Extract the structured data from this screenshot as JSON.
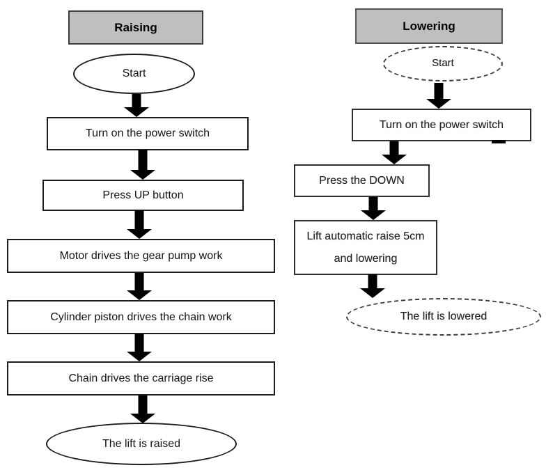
{
  "raising": {
    "title": "Raising",
    "start": "Start",
    "steps": [
      "Turn on the power switch",
      "Press UP button",
      "Motor drives the gear pump work",
      "Cylinder piston drives the chain work",
      "Chain drives the carriage rise"
    ],
    "end": "The lift is raised"
  },
  "lowering": {
    "title": "Lowering",
    "start": "Start",
    "steps": [
      "Turn on the power switch",
      "Press the DOWN",
      "Lift automatic raise 5cm and lowering"
    ],
    "end": "The lift is lowered"
  },
  "icons": {
    "flow_arrow": "down-arrow"
  },
  "colors": {
    "header_fill": "#bfbfbf",
    "shape_border": "#1c1c1c",
    "arrow_fill": "#000000",
    "background": "#ffffff"
  }
}
